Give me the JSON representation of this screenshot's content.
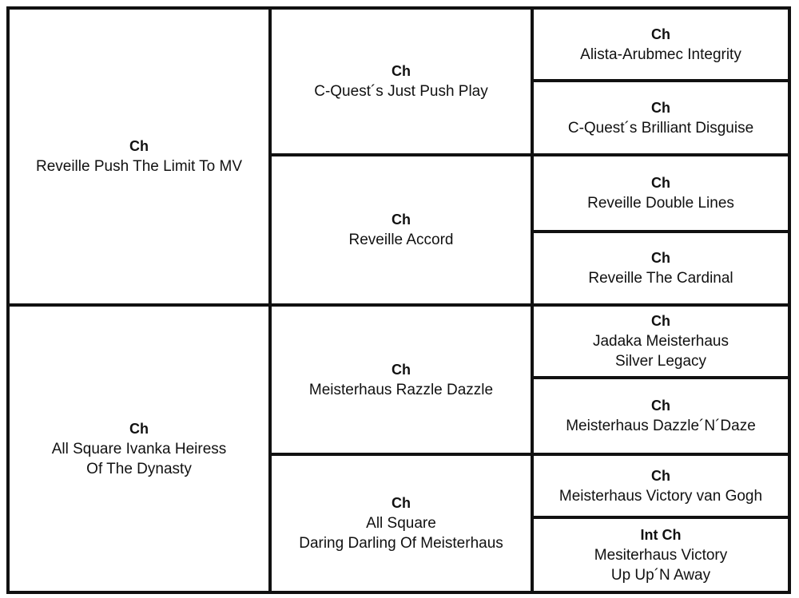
{
  "pedigree": {
    "sire": {
      "title": "Ch",
      "lines": [
        "Reveille Push The Limit To MV"
      ]
    },
    "dam": {
      "title": "Ch",
      "lines": [
        "All Square Ivanka Heiress",
        "Of The Dynasty"
      ]
    },
    "sire_sire": {
      "title": "Ch",
      "lines": [
        "C-Quest´s Just Push Play"
      ]
    },
    "sire_dam": {
      "title": "Ch",
      "lines": [
        "Reveille Accord"
      ]
    },
    "dam_sire": {
      "title": "Ch",
      "lines": [
        "Meisterhaus Razzle Dazzle"
      ]
    },
    "dam_dam": {
      "title": "Ch",
      "lines": [
        "All Square",
        "Daring Darling Of Meisterhaus"
      ]
    },
    "ss_sire": {
      "title": "Ch",
      "lines": [
        "Alista-Arubmec Integrity"
      ]
    },
    "ss_dam": {
      "title": "Ch",
      "lines": [
        "C-Quest´s Brilliant Disguise"
      ]
    },
    "sd_sire": {
      "title": "Ch",
      "lines": [
        "Reveille Double Lines"
      ]
    },
    "sd_dam": {
      "title": "Ch",
      "lines": [
        "Reveille The Cardinal"
      ]
    },
    "ds_sire": {
      "title": "Ch",
      "lines": [
        "Jadaka Meisterhaus",
        "Silver Legacy"
      ]
    },
    "ds_dam": {
      "title": "Ch",
      "lines": [
        "Meisterhaus Dazzle´N´Daze"
      ]
    },
    "dd_sire": {
      "title": "Ch",
      "lines": [
        "Meisterhaus Victory van Gogh"
      ]
    },
    "dd_dam": {
      "title": "Int Ch",
      "lines": [
        "Mesiterhaus Victory",
        "Up Up´N Away"
      ]
    }
  }
}
